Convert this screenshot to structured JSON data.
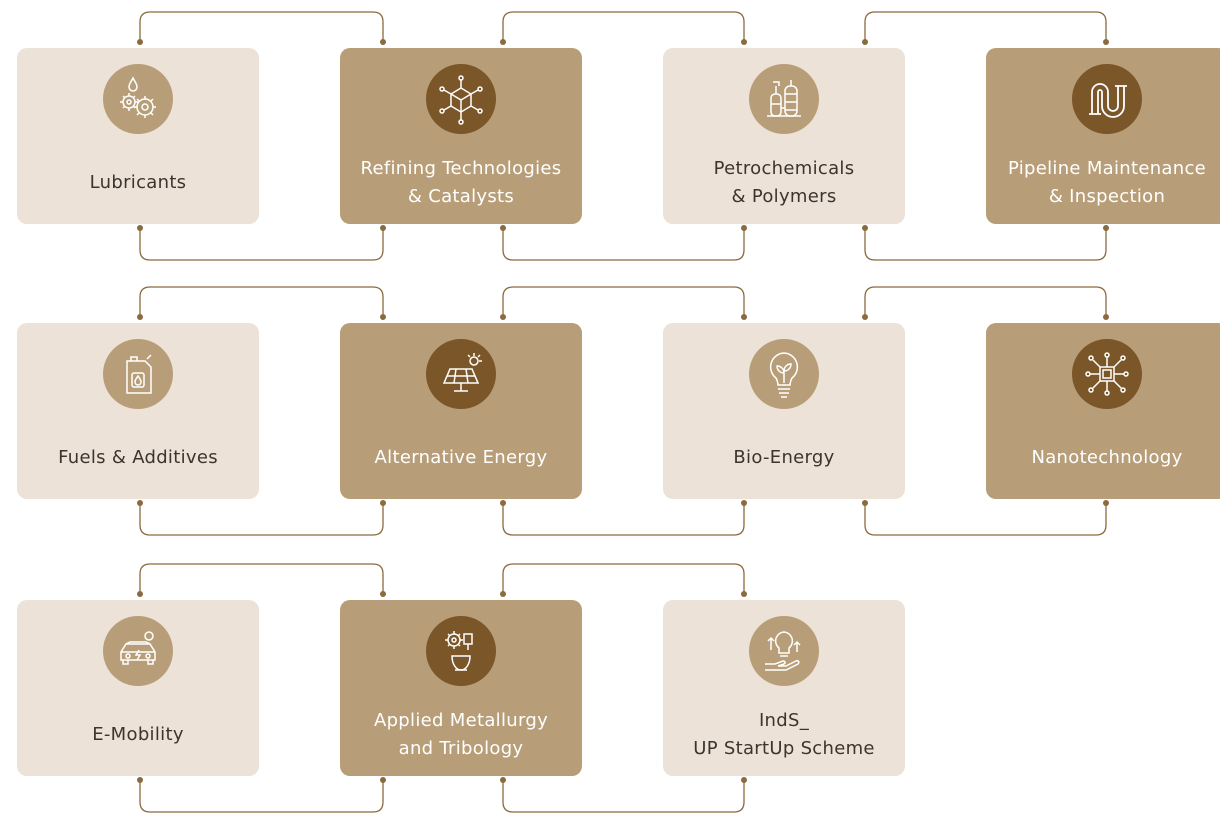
{
  "colors": {
    "light_card": "#ece2d8",
    "dark_card": "#b89e78",
    "light_icon_bg": "#b89e78",
    "dark_icon_bg": "#7a5629",
    "connector": "#8a6a3e"
  },
  "cards": [
    {
      "id": "lubricants",
      "label_lines": [
        "Lubricants"
      ],
      "icon": "gears-droplet-icon",
      "variant": "light"
    },
    {
      "id": "refining",
      "label_lines": [
        "Refining Technologies",
        "& Catalysts"
      ],
      "icon": "catalyst-cube-icon",
      "variant": "dark"
    },
    {
      "id": "petrochemicals",
      "label_lines": [
        "Petrochemicals",
        "& Polymers"
      ],
      "icon": "refinery-plant-icon",
      "variant": "light"
    },
    {
      "id": "pipeline",
      "label_lines": [
        "Pipeline Maintenance",
        "& Inspection"
      ],
      "icon": "pipeline-icon",
      "variant": "dark"
    },
    {
      "id": "fuels",
      "label_lines": [
        "Fuels & Additives"
      ],
      "icon": "fuel-jerrycan-icon",
      "variant": "light"
    },
    {
      "id": "alternative",
      "label_lines": [
        "Alternative Energy"
      ],
      "icon": "solar-panel-icon",
      "variant": "dark"
    },
    {
      "id": "bioenergy",
      "label_lines": [
        "Bio-Energy"
      ],
      "icon": "leaf-bulb-icon",
      "variant": "light"
    },
    {
      "id": "nanotech",
      "label_lines": [
        "Nanotechnology"
      ],
      "icon": "chip-network-icon",
      "variant": "dark"
    },
    {
      "id": "emobility",
      "label_lines": [
        "E-Mobility"
      ],
      "icon": "electric-car-icon",
      "variant": "light"
    },
    {
      "id": "metallurgy",
      "label_lines": [
        "Applied Metallurgy",
        "and Tribology"
      ],
      "icon": "metallurgy-gears-icon",
      "variant": "dark"
    },
    {
      "id": "startup",
      "label_lines": [
        "IndS_",
        "UP StartUp Scheme"
      ],
      "icon": "idea-hand-icon",
      "variant": "light"
    }
  ]
}
